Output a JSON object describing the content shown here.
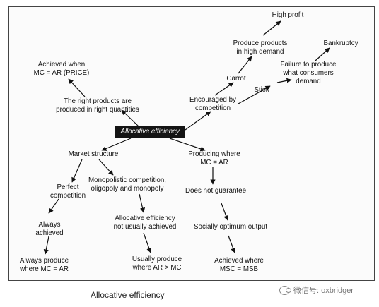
{
  "diagram": {
    "center_label": "Allocative efficiency",
    "nodes": {
      "high_profit": "High profit",
      "produce_products": "Produce products\nin high demand",
      "bankruptcy": "Bankruptcy",
      "failure_to_produce": "Failure to produce\nwhat consumers\ndemand",
      "carrot": "Carrot",
      "stick": "Stick",
      "encouraged": "Encouraged by\ncompetition",
      "achieved_when": "Achieved when\nMC = AR (PRICE)",
      "right_products": "The right products are\nproduced in right quantities",
      "market_structure": "Market structure",
      "producing_where": "Producing where\nMC = AR",
      "perfect_competition": "Perfect\ncompetition",
      "monopolistic": "Monopolistic competition,\noligopoly and monopoly",
      "does_not_guarantee": "Does not guarantee",
      "always_achieved": "Always\nachieved",
      "not_usually_achieved": "Allocative efficiency\nnot usually achieved",
      "socially_optimum": "Socially optimum output",
      "always_produce": "Always produce\nwhere MC = AR",
      "usually_produce": "Usually produce\nwhere AR > MC",
      "achieved_where_msc": "Achieved where\nMSC = MSB"
    }
  },
  "caption": "Allocative efficiency",
  "watermark": "微信号: oxbridger"
}
